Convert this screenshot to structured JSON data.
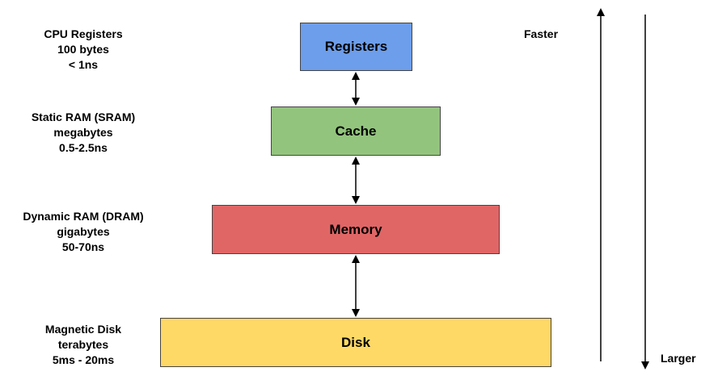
{
  "levels": [
    {
      "name": "Registers",
      "desc": [
        "CPU Registers",
        "100 bytes",
        "< 1ns"
      ],
      "color": "#6d9eeb"
    },
    {
      "name": "Cache",
      "desc": [
        "Static RAM (SRAM)",
        "megabytes",
        "0.5-2.5ns"
      ],
      "color": "#93c47d"
    },
    {
      "name": "Memory",
      "desc": [
        "Dynamic RAM (DRAM)",
        "gigabytes",
        "50-70ns"
      ],
      "color": "#e06666"
    },
    {
      "name": "Disk",
      "desc": [
        "Magnetic Disk",
        "terabytes",
        "5ms - 20ms"
      ],
      "color": "#ffd966"
    }
  ],
  "side_labels": {
    "faster": "Faster",
    "larger": "Larger"
  }
}
